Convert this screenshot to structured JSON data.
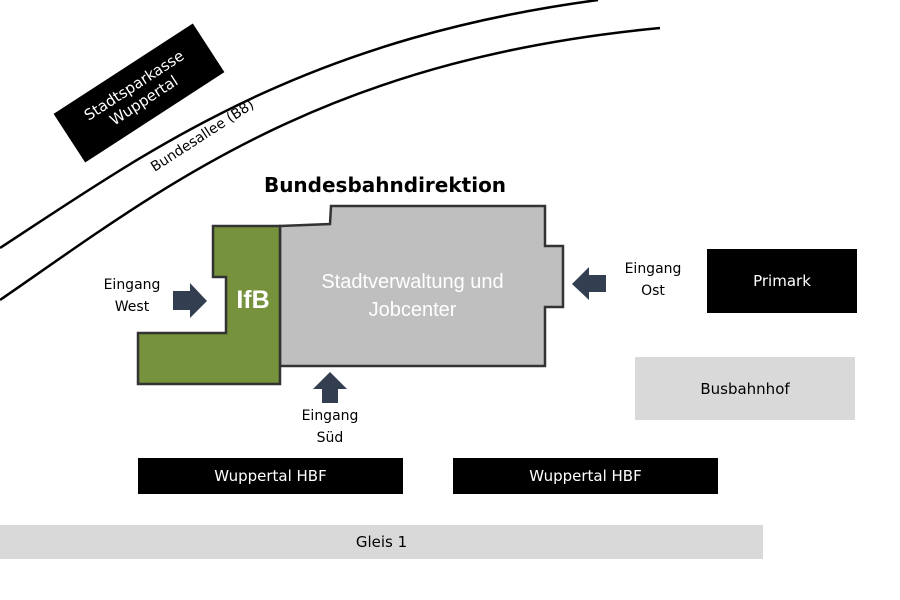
{
  "map": {
    "title": "Bundesbahndirektion",
    "road_label": "Bundesallee (B8)",
    "landmarks": {
      "sparkasse": "Stadtsparkasse Wuppertal",
      "primark": "Primark",
      "busbahnhof": "Busbahnhof",
      "hbf_left": "Wuppertal HBF",
      "hbf_right": "Wuppertal HBF",
      "gleis": "Gleis 1"
    },
    "buildings": {
      "ifb": "IfB",
      "stadtverwaltung_line1": "Stadtverwaltung und",
      "stadtverwaltung_line2": "Jobcenter"
    },
    "entrances": {
      "west_line1": "Eingang",
      "west_line2": "West",
      "ost_line1": "Eingang",
      "ost_line2": "Ost",
      "sued_line1": "Eingang",
      "sued_line2": "Süd"
    },
    "colors": {
      "ifb_green": "#76923c",
      "building_grey": "#bfbfbf",
      "arrow": "#333f50",
      "label_grey": "#d9d9d9"
    }
  }
}
